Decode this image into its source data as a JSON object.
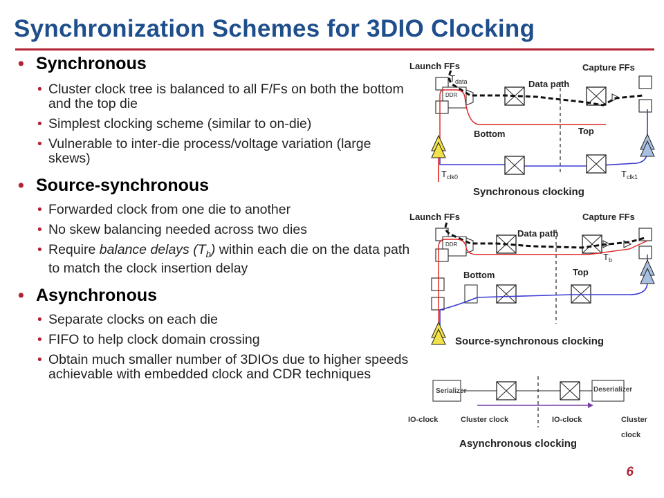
{
  "title": "Synchronization Schemes for 3DIO Clocking",
  "page_number": "6",
  "sections": [
    {
      "heading": "Synchronous",
      "items": [
        "Cluster clock tree is balanced to all F/Fs on both the bottom and the top die",
        "Simplest clocking scheme (similar to on-die)",
        "Vulnerable to inter-die process/voltage variation (large skews)"
      ]
    },
    {
      "heading": "Source-synchronous",
      "items": [
        "Forwarded clock from one die to another",
        "No skew balancing needed across two dies",
        "Require balance delays (T_b) within each die on the data path to match the clock insertion delay"
      ]
    },
    {
      "heading": "Asynchronous",
      "items": [
        "Separate clocks on each die",
        "FIFO to help clock domain crossing",
        "Obtain much smaller number of 3DIOs due to higher speeds achievable with embedded clock and CDR techniques"
      ]
    }
  ],
  "source_sync_item3": {
    "prefix": "Require ",
    "italic": "balance delays (T",
    "sub": "b",
    "italic_end": ")",
    "suffix": " within each die on the data path to match the clock insertion delay"
  },
  "diagrams": {
    "sync": {
      "launch": "Launch FFs",
      "capture": "Capture FFs",
      "data_path": "Data path",
      "bottom": "Bottom",
      "top": "Top",
      "tdata": "T",
      "tdata_sub": "data",
      "tclk0": "T",
      "tclk0_sub": "clk0",
      "tclk1": "T",
      "tclk1_sub": "clk1",
      "ddr": "DDR",
      "caption": "Synchronous clocking"
    },
    "source_sync": {
      "launch": "Launch FFs",
      "capture": "Capture FFs",
      "data_path": "Data path",
      "bottom": "Bottom",
      "top": "Top",
      "tb": "T",
      "tb_sub": "b",
      "ddr": "DDR",
      "caption": "Source-synchronous clocking"
    },
    "async": {
      "serializer": "Serializer",
      "deserializer": "Deserializer",
      "io_clock_left": "IO-clock",
      "cluster_clock_left": "Cluster clock",
      "io_clock_right": "IO-clock",
      "cluster_clock_right_1": "Cluster",
      "cluster_clock_right_2": "clock",
      "caption": "Asynchronous clocking"
    }
  },
  "colors": {
    "title": "#1f4e8c",
    "accent": "#b22234",
    "clock_red": "#e02020",
    "clock_blue": "#3a3ad0",
    "buffer_yellow": "#f2e24a",
    "buffer_blue": "#a8bfe0"
  }
}
